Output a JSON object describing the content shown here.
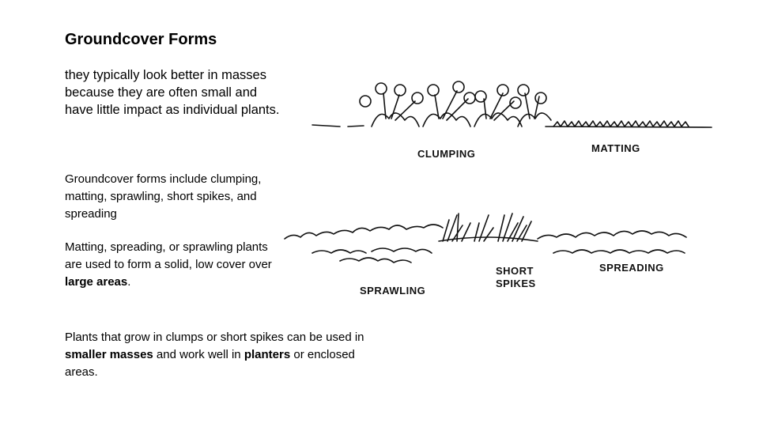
{
  "title": "Groundcover Forms",
  "intro": {
    "line1": "they typically look better in masses",
    "line2": "because they are often small and",
    "line3": "have little impact as individual plants."
  },
  "forms_text": "Groundcover forms include clumping, matting, sprawling, short spikes, and spreading",
  "matting_text": {
    "part1": "Matting, spreading, or sprawling plants are used to form a solid, low cover over ",
    "bold": "large areas",
    "part2": "."
  },
  "clumps_text": {
    "part1": "Plants that grow in clumps or short spikes can be used in ",
    "bold1": "smaller masses",
    "part2": " and work well in ",
    "bold2": "planters",
    "part3": " or enclosed areas."
  },
  "illustration_labels": {
    "clumping": "CLUMPING",
    "matting": "MATTING",
    "sprawling": "SPRAWLING",
    "short_spikes_1": "SHORT",
    "short_spikes_2": "SPIKES",
    "spreading": "SPREADING"
  }
}
